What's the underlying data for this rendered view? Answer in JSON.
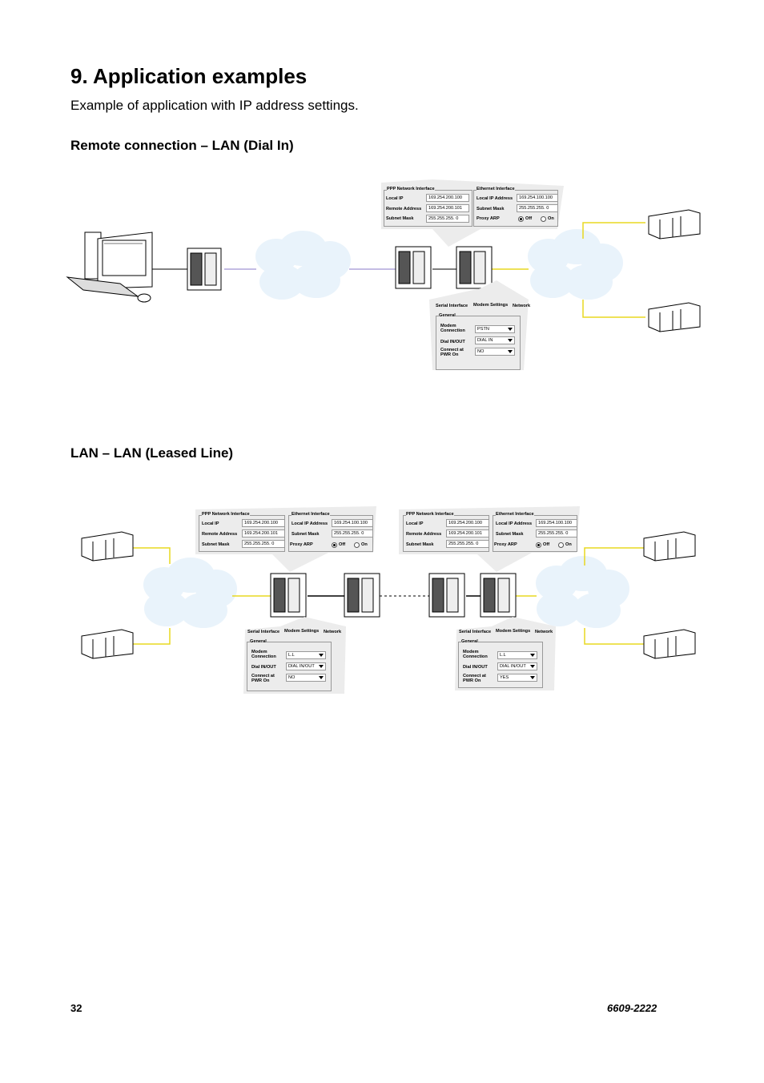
{
  "page": {
    "title": "9.  Application examples",
    "subtitle": "Example of application with IP address settings.",
    "section1": "Remote connection – LAN (Dial In)",
    "section2": "LAN – LAN (Leased Line)",
    "page_number": "32",
    "doc_number": "6609-2222"
  },
  "labels": {
    "ppp": "PPP Network Interface",
    "eth": "Ethernet Interface",
    "local_ip": "Local IP",
    "remote_address": "Remote Address",
    "subnet_mask": "Subnet Mask",
    "local_ip_address": "Local IP Address",
    "proxy_arp": "Proxy ARP",
    "off": "Off",
    "on": "On",
    "serial_interface": "Serial Interface",
    "modem_settings": "Modem Settings",
    "network": "Network",
    "general": "General",
    "modem": "Modem",
    "connection": "Connection",
    "dial_inout": "Dial IN/OUT",
    "connect_at": "Connect at",
    "pwr_on": "PWR On"
  },
  "values": {
    "ip_200_100": "169.254.200.100",
    "ip_200_101": "169.254.200.101",
    "ip_100_100": "169.254.100.100",
    "mask_a": "255.255.255.  0",
    "mask_b": "255.255.255.  0"
  },
  "modem1": {
    "connection": "PSTN",
    "dial": "DIAL IN",
    "connect": "NO"
  },
  "modem2": {
    "connection": "L.L",
    "dial": "DIAL IN/OUT",
    "connect": "NO"
  },
  "modem3": {
    "connection": "L.L",
    "dial": "DIAL IN/OUT",
    "connect": "YES"
  }
}
